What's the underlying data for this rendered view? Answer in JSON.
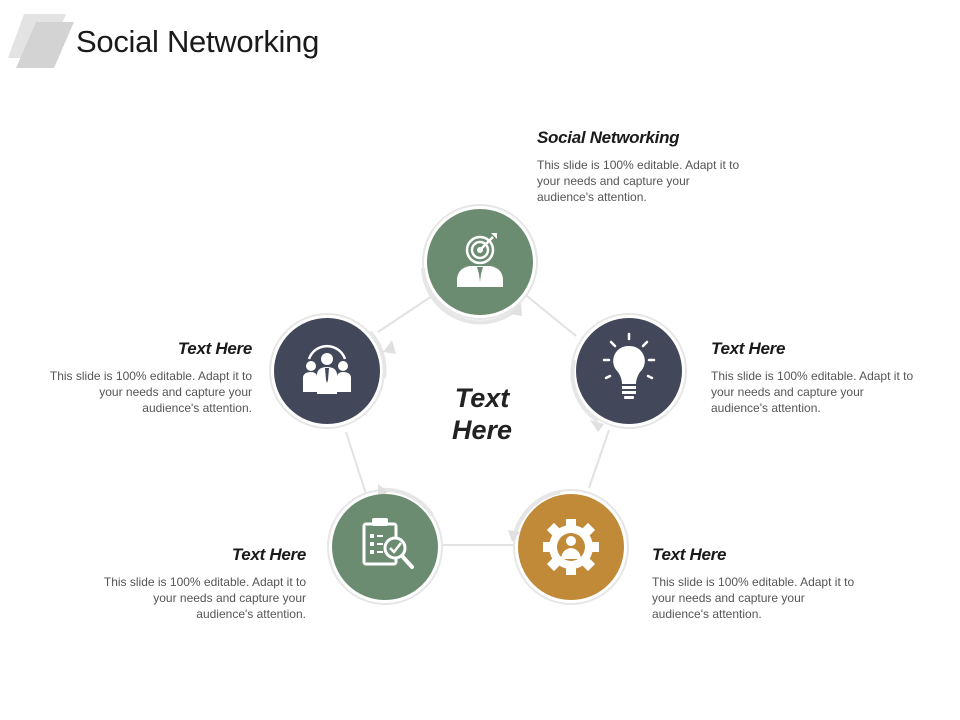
{
  "title": "Social Networking",
  "center_label": "Text\nHere",
  "center_lines": [
    "Text",
    "Here"
  ],
  "colors": {
    "green": "#6c8c72",
    "navy": "#43475a",
    "gold": "#c08a39",
    "ring": "#e6e6e6"
  },
  "nodes": [
    {
      "id": "top",
      "icon": "target-person-icon",
      "color": "#6c8c72",
      "heading": "Social Networking",
      "text": "This slide is 100% editable. Adapt it to your needs and capture your audience's attention."
    },
    {
      "id": "right",
      "icon": "lightbulb-icon",
      "color": "#43475a",
      "heading": "Text Here",
      "text": "This slide is 100% editable. Adapt it to your needs and capture your audience's attention."
    },
    {
      "id": "bottom-right",
      "icon": "gear-person-icon",
      "color": "#c08a39",
      "heading": "Text Here",
      "text": "This slide is 100% editable. Adapt it to your needs and capture your audience's attention."
    },
    {
      "id": "bottom-left",
      "icon": "clipboard-search-icon",
      "color": "#6c8c72",
      "heading": "Text Here",
      "text": "This slide is 100% editable. Adapt it to your needs and capture your audience's attention."
    },
    {
      "id": "left",
      "icon": "team-icon",
      "color": "#43475a",
      "heading": "Text Here",
      "text": "This slide is 100% editable. Adapt it to your needs and capture your audience's attention."
    }
  ]
}
